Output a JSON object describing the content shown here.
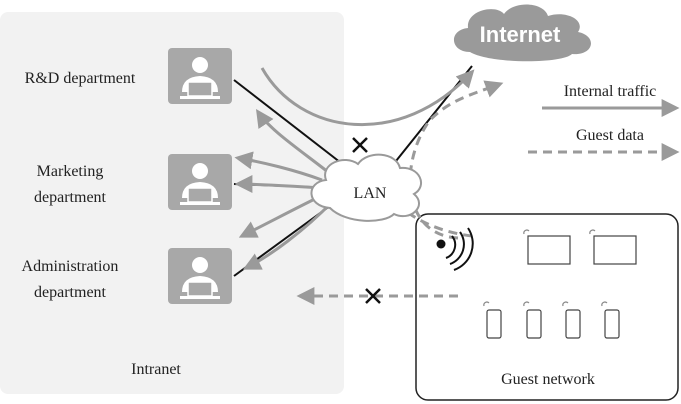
{
  "cloud_label": "Internet",
  "lan_label": "LAN",
  "departments": [
    {
      "label_lines": [
        "R&D department"
      ]
    },
    {
      "label_lines": [
        "Marketing",
        "department"
      ]
    },
    {
      "label_lines": [
        "Administration",
        "department"
      ]
    }
  ],
  "intranet_label": "Intranet",
  "guest_network_label": "Guest network",
  "legend": {
    "internal_traffic": "Internal traffic",
    "guest_data": "Guest data"
  },
  "colors": {
    "intranet_bg": "#f2f2f2",
    "icon_box": "#a8a8a8",
    "arrow": "#9a9a9a",
    "line": "#111111"
  }
}
